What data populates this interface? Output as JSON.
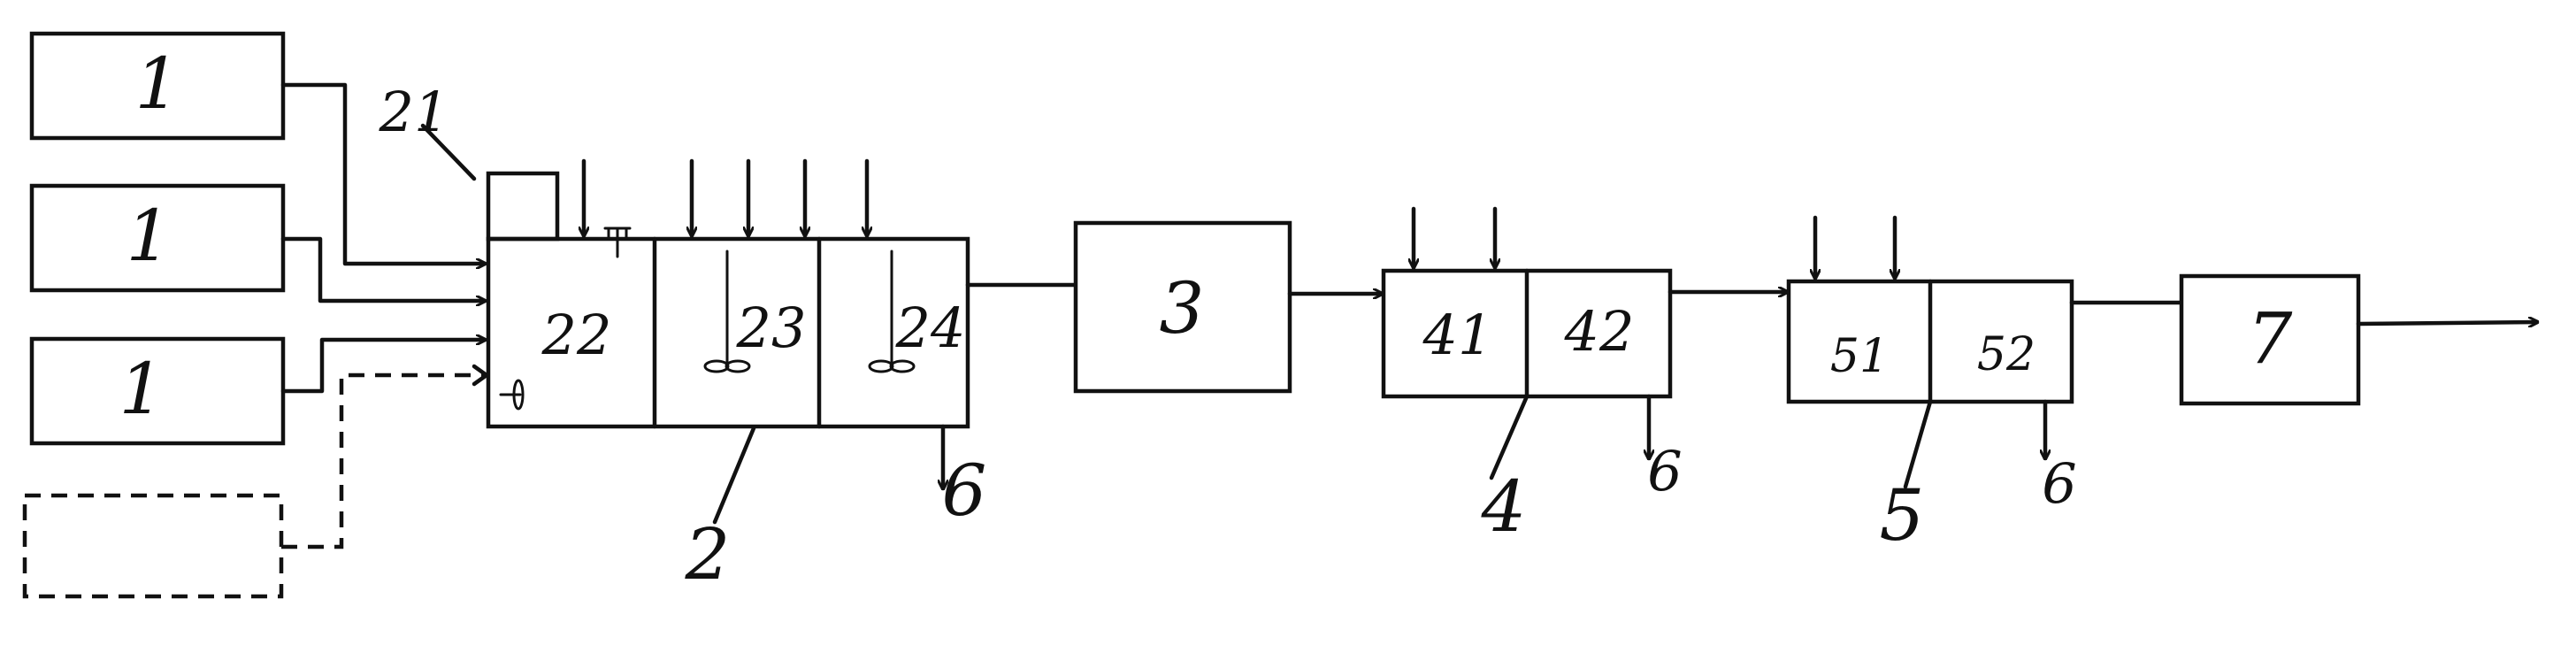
{
  "labels": {
    "source_top": "1",
    "source_mid": "1",
    "source_bottom": "1",
    "unit_21": "21",
    "unit_22": "22",
    "unit_23": "23",
    "unit_24": "24",
    "tank_2": "2",
    "outlet_6_a": "6",
    "unit_3": "3",
    "unit_41": "41",
    "unit_42": "42",
    "group_4": "4",
    "outlet_6_b": "6",
    "unit_51": "51",
    "unit_52": "52",
    "group_5": "5",
    "outlet_6_c": "6",
    "unit_7": "7"
  }
}
